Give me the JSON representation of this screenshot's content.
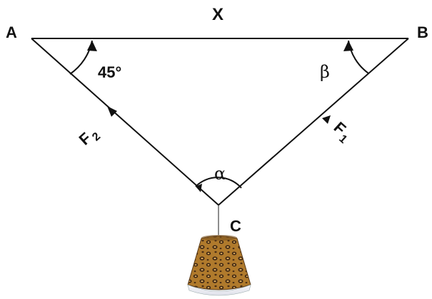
{
  "diagram": {
    "vertices": {
      "a": "A",
      "b": "B",
      "c": "C"
    },
    "top_label": "X",
    "angle_a": "45°",
    "angle_b": "β",
    "angle_c": "α",
    "force_left": {
      "main": "F",
      "sub": "2"
    },
    "force_right": {
      "main": "F",
      "sub": "1"
    }
  },
  "colors": {
    "line": "#111111",
    "background": "#ffffff",
    "shade_light": "#f4f4f8",
    "pattern_base": "#b07a2c",
    "pattern_spot": "#3a2412"
  }
}
